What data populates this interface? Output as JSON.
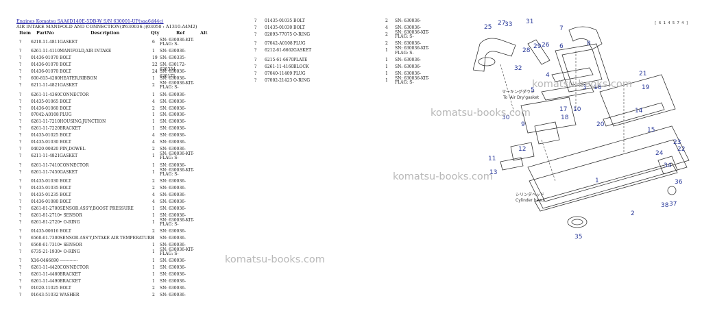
{
  "header": {
    "breadcrumb": "Engines Komatsu SAA6D140E-5DB-W S/N 630001-UP(saa6d44c)",
    "subtitle": "AIR INTAKE MANIFOLD AND CONNECTION(#630036-)(03050 : A1310-A4M2)"
  },
  "columns": {
    "item": "Item",
    "part_no": "PartNo",
    "description": "Description",
    "qty": "Qty",
    "ref": "Ref",
    "alt": "Alt"
  },
  "left_rows": [
    {
      "item": "?",
      "part": "6210-11-4811",
      "desc": "GASKET",
      "qty": "6",
      "ref": "SN: 630036-KIT-FLAG: S-"
    },
    {
      "item": "?",
      "part": "6261-11-4110",
      "desc": "MANIFOLD,AIR INTAKE",
      "qty": "1",
      "ref": "SN: 630036-"
    },
    {
      "item": "?",
      "part": "01436-01070",
      "desc": "BOLT",
      "qty": "19",
      "ref": "SN: 630335-"
    },
    {
      "item": "?",
      "part": "01436-01070",
      "desc": "BOLT",
      "qty": "22",
      "ref": "SN: 630172-630334"
    },
    {
      "item": "?",
      "part": "01436-01070",
      "desc": "BOLT",
      "qty": "24",
      "ref": "SN: 630036-630171"
    },
    {
      "item": "?",
      "part": "600-815-4280",
      "desc": "HEATER,RIBBON",
      "qty": "1",
      "ref": "SN: 630036-"
    },
    {
      "item": "?",
      "part": "6211-11-4821",
      "desc": "GASKET",
      "qty": "2",
      "ref": "SN: 630036-KIT-FLAG: S-"
    },
    {
      "item": "?",
      "part": "6261-11-4360",
      "desc": "CONNECTOR",
      "qty": "1",
      "ref": "SN: 630036-"
    },
    {
      "item": "?",
      "part": "01435-01065",
      "desc": "BOLT",
      "qty": "4",
      "ref": "SN: 630036-"
    },
    {
      "item": "?",
      "part": "01436-01060",
      "desc": "BOLT",
      "qty": "2",
      "ref": "SN: 630036-"
    },
    {
      "item": "?",
      "part": "07042-A0108",
      "desc": "PLUG",
      "qty": "1",
      "ref": "SN: 630036-"
    },
    {
      "item": "?",
      "part": "6261-11-7210",
      "desc": "HOUSING,JUNCTION",
      "qty": "1",
      "ref": "SN: 630036-"
    },
    {
      "item": "?",
      "part": "6261-11-7220",
      "desc": "BRACKET",
      "qty": "1",
      "ref": "SN: 630036-"
    },
    {
      "item": "?",
      "part": "01435-01025",
      "desc": "BOLT",
      "qty": "4",
      "ref": "SN: 630036-"
    },
    {
      "item": "?",
      "part": "01435-01030",
      "desc": "BOLT",
      "qty": "4",
      "ref": "SN: 630036-"
    },
    {
      "item": "?",
      "part": "04020-00820",
      "desc": "PIN,DOWEL",
      "qty": "2",
      "ref": "SN: 630036-"
    },
    {
      "item": "?",
      "part": "6211-11-4821",
      "desc": "GASKET",
      "qty": "1",
      "ref": "SN: 630036-KIT-FLAG: S-"
    },
    {
      "item": "?",
      "part": "6261-11-7410",
      "desc": "CONNECTOR",
      "qty": "1",
      "ref": "SN: 630036-"
    },
    {
      "item": "?",
      "part": "6261-11-7450",
      "desc": "GASKET",
      "qty": "1",
      "ref": "SN: 630036-KIT-FLAG: S-"
    },
    {
      "item": "?",
      "part": "01435-01030",
      "desc": "BOLT",
      "qty": "2",
      "ref": "SN: 630036-"
    },
    {
      "item": "?",
      "part": "01435-01035",
      "desc": "BOLT",
      "qty": "2",
      "ref": "SN: 630036-"
    },
    {
      "item": "?",
      "part": "01435-01235",
      "desc": "BOLT",
      "qty": "4",
      "ref": "SN: 630036-"
    },
    {
      "item": "?",
      "part": "01436-01080",
      "desc": "BOLT",
      "qty": "4",
      "ref": "SN: 630036-"
    },
    {
      "item": "?",
      "part": "6261-81-2700",
      "desc": "SENSOR ASS'Y,BOOST PRESSURE",
      "qty": "1",
      "ref": "SN: 630036-"
    },
    {
      "item": "?",
      "part": "6261-81-2710",
      "desc": "• SENSOR",
      "qty": "1",
      "ref": "SN: 630036-"
    },
    {
      "item": "?",
      "part": "6261-81-2720",
      "desc": "• O-RING",
      "qty": "1",
      "ref": "SN: 630036-KIT-FLAG: S-"
    },
    {
      "item": "?",
      "part": "01435-00616",
      "desc": "BOLT",
      "qty": "2",
      "ref": "SN: 630036-"
    },
    {
      "item": "?",
      "part": "6560-61-7300",
      "desc": "SENSOR ASS'Y,INTAKE AIR TEMPERATURE",
      "qty": "1",
      "ref": "SN: 630036-"
    },
    {
      "item": "?",
      "part": "6560-61-7310",
      "desc": "• SENSOR",
      "qty": "1",
      "ref": "SN: 630036-"
    },
    {
      "item": "?",
      "part": "6735-21-1930",
      "desc": "• O-RING",
      "qty": "1",
      "ref": "SN: 630036-KIT-FLAG: S-"
    },
    {
      "item": "?",
      "part": "X16-0466690",
      "desc": "-------------",
      "qty": "1",
      "ref": "SN: 630036-"
    },
    {
      "item": "?",
      "part": "6261-11-4420",
      "desc": "CONNECTOR",
      "qty": "1",
      "ref": "SN: 630036-"
    },
    {
      "item": "?",
      "part": "6261-11-4480",
      "desc": "BRACKET",
      "qty": "1",
      "ref": "SN: 630036-"
    },
    {
      "item": "?",
      "part": "6261-11-4490",
      "desc": "BRACKET",
      "qty": "1",
      "ref": "SN: 630036-"
    },
    {
      "item": "?",
      "part": "01020-11025",
      "desc": "BOLT",
      "qty": "2",
      "ref": "SN: 630036-"
    },
    {
      "item": "?",
      "part": "01643-51032",
      "desc": "WASHER",
      "qty": "2",
      "ref": "SN: 630036-"
    }
  ],
  "right_rows": [
    {
      "item": "?",
      "part": "01435-01035",
      "desc": "BOLT",
      "qty": "2",
      "ref": "SN: 630036-"
    },
    {
      "item": "?",
      "part": "01435-01030",
      "desc": "BOLT",
      "qty": "4",
      "ref": "SN: 630036-"
    },
    {
      "item": "?",
      "part": "02893-77075",
      "desc": "O-RING",
      "qty": "2",
      "ref": "SN: 630036-KIT-FLAG: S-"
    },
    {
      "item": "?",
      "part": "07042-A0108",
      "desc": "PLUG",
      "qty": "2",
      "ref": "SN: 630036-"
    },
    {
      "item": "?",
      "part": "6212-61-6662",
      "desc": "GASKET",
      "qty": "1",
      "ref": "SN: 630036-KIT-FLAG: S-"
    },
    {
      "item": "?",
      "part": "6215-61-6670",
      "desc": "PLATE",
      "qty": "1",
      "ref": "SN: 630036-"
    },
    {
      "item": "?",
      "part": "6261-11-4160",
      "desc": "BLOCK",
      "qty": "1",
      "ref": "SN: 630036-"
    },
    {
      "item": "?",
      "part": "07040-11409",
      "desc": "PLUG",
      "qty": "1",
      "ref": "SN: 630036-"
    },
    {
      "item": "?",
      "part": "07002-21423",
      "desc": "O-RING",
      "qty": "1",
      "ref": "SN: 630036-KIT-FLAG: S-"
    }
  ],
  "diagram": {
    "page_id": "[ 6 1 4 5 7 4 ]",
    "note_top": "マーキングダウン",
    "note_top2": "To 'Air Dry'gasket",
    "note_bottom": "シリンダヘッド",
    "note_bottom2": "Cylinder head",
    "callouts": [
      "25",
      "33",
      "31",
      "7",
      "27",
      "29",
      "32",
      "28",
      "26",
      "6",
      "8",
      "4",
      "21",
      "3",
      "5",
      "19",
      "16",
      "18",
      "17",
      "14",
      "15",
      "10",
      "20",
      "30",
      "9",
      "11",
      "13",
      "12",
      "23",
      "22",
      "24",
      "34",
      "36",
      "1",
      "2",
      "38",
      "37",
      "35"
    ]
  },
  "watermarks": [
    "komatsu-books.com",
    "komatsu-books.com",
    "komatsu-books.com",
    "komatsu-books.com"
  ],
  "colors": {
    "link": "#1a1aa6",
    "callout": "#2a3a9a",
    "watermark": "#b8b8b8"
  }
}
